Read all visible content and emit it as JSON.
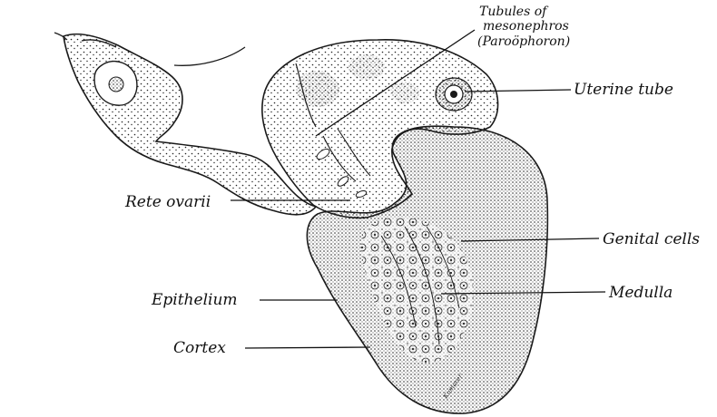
{
  "labels": {
    "tubules_line1": "Tubules of",
    "tubules_line2": "mesonephros",
    "tubules_line3": "(Paroöphoron)",
    "uterine_tube": "Uterine tube",
    "rete_ovarii": "Rete ovarii",
    "genital_cells": "Genital cells",
    "medulla": "Medulla",
    "epithelium": "Epithelium",
    "cortex": "Cortex"
  },
  "signature": "Kamarer",
  "colors": {
    "ink": "#111111",
    "paper": "#ffffff"
  }
}
